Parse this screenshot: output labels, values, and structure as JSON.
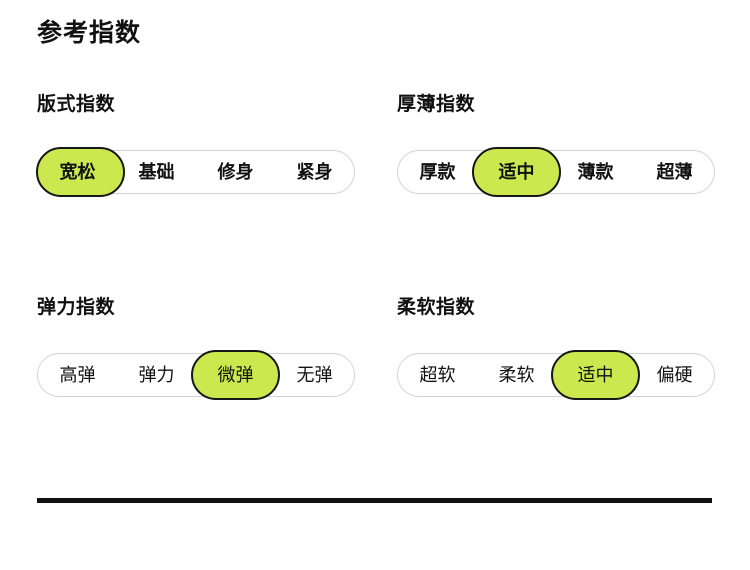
{
  "page": {
    "title": "参考指数",
    "accent_color": "#cbe84e",
    "knob_border_color": "#161616",
    "track_border_color": "#d2d2d2",
    "text_color": "#121212",
    "background_color": "#ffffff",
    "divider_color": "#111111"
  },
  "groups": [
    {
      "title": "版式指数",
      "emphasis": "bold",
      "selected_index": 0,
      "selected_label": "宽松",
      "options": [
        {
          "label": "宽松",
          "selected": true
        },
        {
          "label": "基础",
          "selected": false
        },
        {
          "label": "修身",
          "selected": false
        },
        {
          "label": "紧身",
          "selected": false
        }
      ]
    },
    {
      "title": "厚薄指数",
      "emphasis": "bold",
      "selected_index": 1,
      "selected_label": "适中",
      "options": [
        {
          "label": "厚款",
          "selected": false
        },
        {
          "label": "适中",
          "selected": true
        },
        {
          "label": "薄款",
          "selected": false
        },
        {
          "label": "超薄",
          "selected": false
        }
      ]
    },
    {
      "title": "弹力指数",
      "emphasis": "regular",
      "selected_index": 2,
      "selected_label": "微弹",
      "options": [
        {
          "label": "高弹",
          "selected": false
        },
        {
          "label": "弹力",
          "selected": false
        },
        {
          "label": "微弹",
          "selected": true
        },
        {
          "label": "无弹",
          "selected": false
        }
      ]
    },
    {
      "title": "柔软指数",
      "emphasis": "regular",
      "selected_index": 2,
      "selected_label": "适中",
      "options": [
        {
          "label": "超软",
          "selected": false
        },
        {
          "label": "柔软",
          "selected": false
        },
        {
          "label": "适中",
          "selected": true
        },
        {
          "label": "偏硬",
          "selected": false
        }
      ]
    }
  ]
}
